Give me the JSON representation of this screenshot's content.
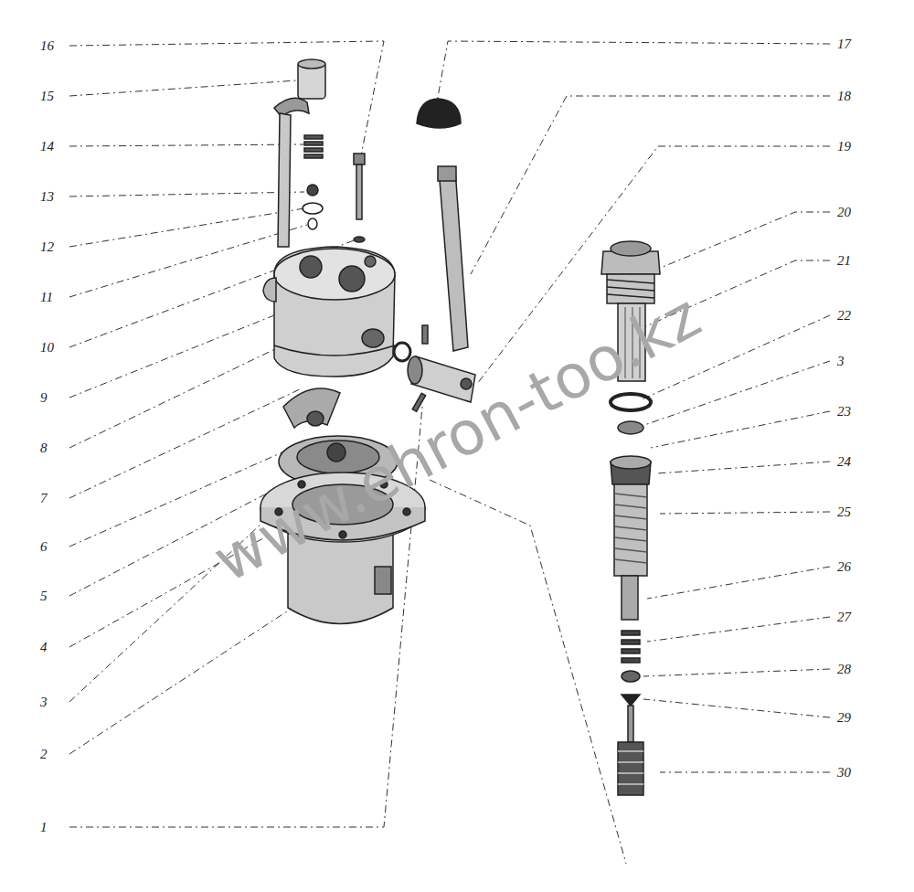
{
  "diagram": {
    "labels": [
      "16",
      "15",
      "14",
      "13",
      "12",
      "11",
      "10",
      "9",
      "8",
      "7",
      "6",
      "5",
      "4",
      "3",
      "2",
      "1",
      "17",
      "18",
      "19",
      "20",
      "21",
      "22",
      "3",
      "23",
      "24",
      "25",
      "26",
      "27",
      "28",
      "29",
      "30",
      "www.ehron-too.kz"
    ]
  }
}
